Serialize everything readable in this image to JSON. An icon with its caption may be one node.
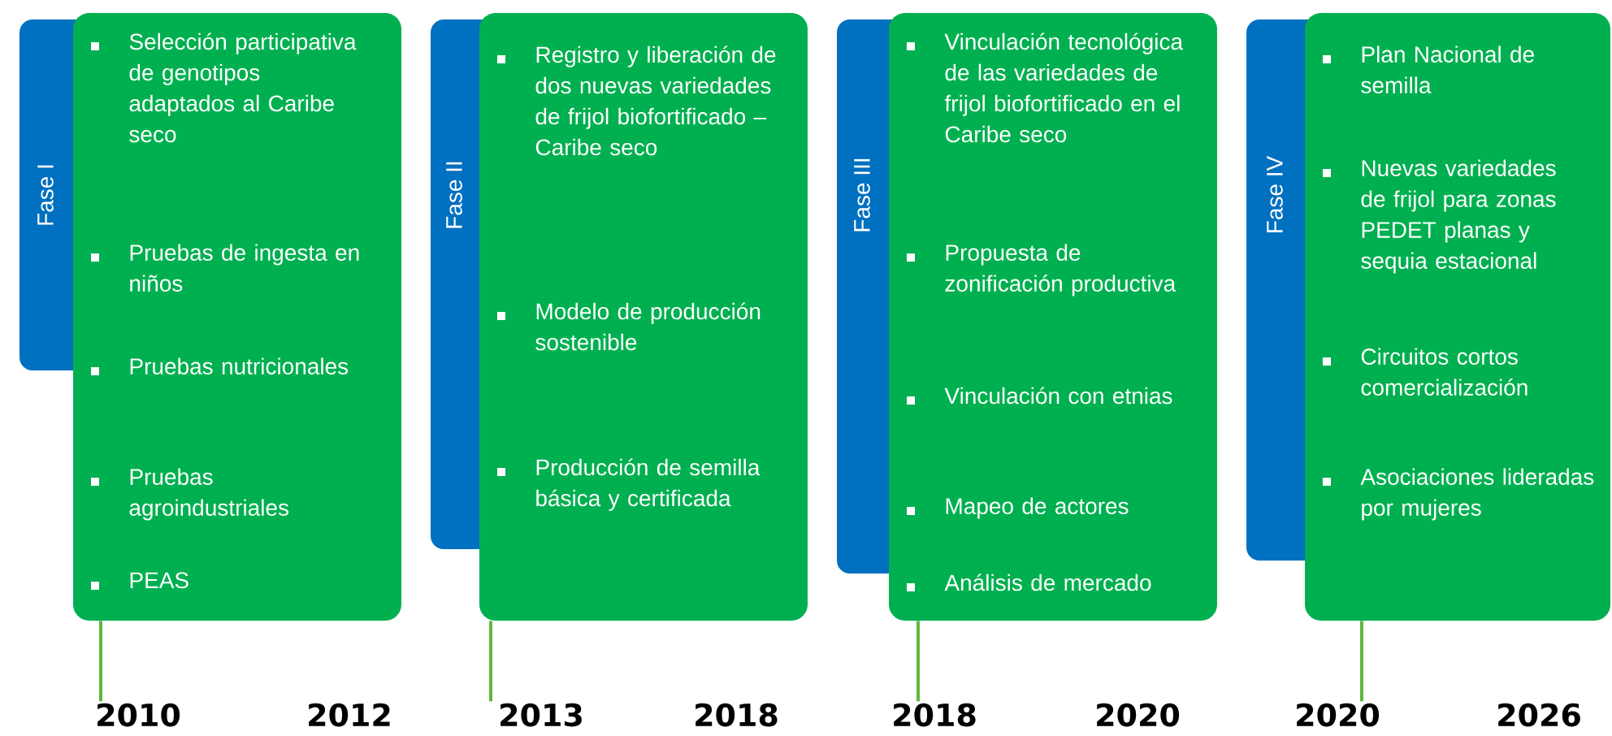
{
  "diagram": {
    "nodes": [
      {
        "text": [
          "Fase I"
        ]
      },
      {
        "text": [
          "Selección participativa de genotipos adaptados al Caribe seco",
          "Pruebas de ingesta en niños",
          "Pruebas nutricionales",
          "Pruebas agroindustriales",
          "PEAS"
        ]
      },
      {
        "text": [
          "2010"
        ]
      },
      {
        "text": [
          "Fase II"
        ]
      },
      {
        "text": [
          "Registro y liberación de dos nuevas variedades de frijol biofortificado – Caribe seco",
          "Modelo de producción sostenible",
          "Producción de semilla básica y certificada"
        ]
      },
      {
        "text": [
          "2013"
        ]
      },
      {
        "text": [
          "Fase III"
        ]
      },
      {
        "text": [
          "Vinculación tecnológica de las variedades de frijol biofortificado en el Caribe seco",
          "Propuesta de zonificación productiva",
          "Vinculación con etnias",
          "Mapeo de actores",
          "Análisis de mercado"
        ]
      },
      {
        "text": [
          "2018"
        ]
      },
      {
        "text": [
          "Fase IV"
        ]
      },
      {
        "text": [
          "Plan Nacional de semilla",
          "Nuevas variedades de frijol para zonas PEDET planas y sequia estacional",
          "Circuitos cortos comercialización",
          "Asociaciones lideradas por mujeres"
        ]
      },
      {
        "text": [
          "2020"
        ]
      }
    ],
    "edges": [
      {
        "from": 1,
        "to": 2,
        "arrow": "none"
      },
      {
        "from": 4,
        "to": 5,
        "arrow": "none"
      },
      {
        "from": 7,
        "to": 8,
        "arrow": "none"
      },
      {
        "from": 10,
        "to": 11,
        "arrow": "none"
      }
    ],
    "labels": [
      "2012",
      "2018",
      "2020",
      "2026"
    ]
  }
}
